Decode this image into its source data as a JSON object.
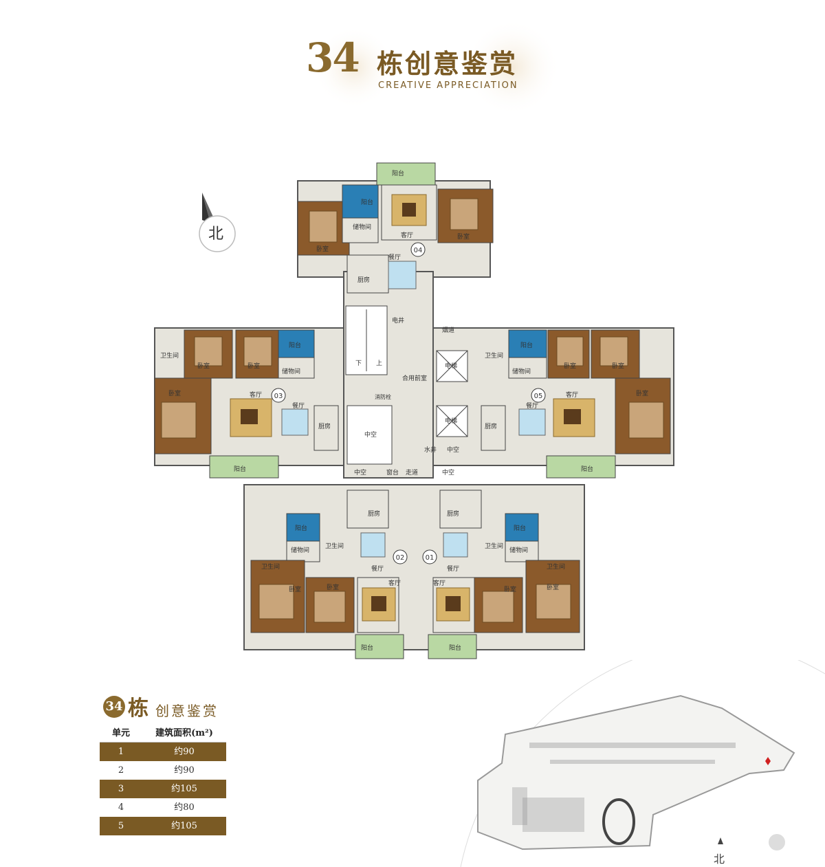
{
  "header": {
    "number": "34",
    "title": "栋创意鉴赏",
    "subtitle": "CREATIVE APPRECIATION"
  },
  "compass": {
    "label": "北"
  },
  "plan": {
    "units": [
      "04",
      "03",
      "05",
      "02",
      "01"
    ],
    "rooms": {
      "balcony": "阳台",
      "storage": "储物间",
      "living": "客厅",
      "bedroom": "卧室",
      "dining": "餐厅",
      "kitchen": "厨房",
      "bath": "卫生间",
      "elevator": "电梯",
      "elevator_well": "电井",
      "lobby": "合用前室",
      "hydrant": "消防栓",
      "void": "中空",
      "corridor": "走道",
      "window": "窗台",
      "water_well": "水井",
      "smoke": "烟道",
      "down": "下",
      "up": "上"
    }
  },
  "table": {
    "number": "34",
    "dong": "栋",
    "subtitle": "创意鉴赏",
    "headers": [
      "单元",
      "建筑面积(m²)"
    ],
    "rows": [
      {
        "unit": "1",
        "area": "约90"
      },
      {
        "unit": "2",
        "area": "约90"
      },
      {
        "unit": "3",
        "area": "约105"
      },
      {
        "unit": "4",
        "area": "约80"
      },
      {
        "unit": "5",
        "area": "约105"
      }
    ]
  },
  "sitemap": {
    "north": "北"
  },
  "colors": {
    "gold": "#7a5a24",
    "wood": "#8b5a2b",
    "blue": "#2a7fb5",
    "floor": "#e6e4dc",
    "sofa": "#d8b46a"
  }
}
